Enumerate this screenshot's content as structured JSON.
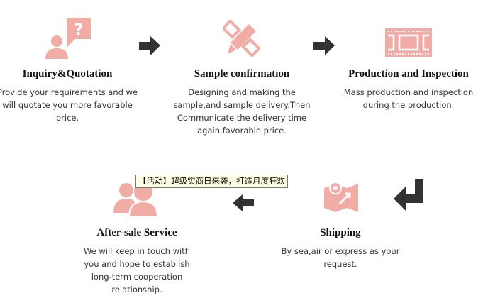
{
  "colors": {
    "icon": "#f2aca6",
    "arrow": "#333333"
  },
  "steps": [
    {
      "icon": "inquiry-icon",
      "title": "Inquiry&Quotation",
      "desc": "Provide your requirements and we will quotate you more favorable price."
    },
    {
      "icon": "pencil-ruler-icon",
      "title": "Sample confirmation",
      "desc": "Designing and making the sample,and sample delivery.Then Communicate the delivery time again.favorable price."
    },
    {
      "icon": "film-icon",
      "title": "Production and Inspection",
      "desc": "Mass production and inspection during the production."
    },
    {
      "icon": "map-icon",
      "title": "Shipping",
      "desc": "By sea,air or express as your request."
    },
    {
      "icon": "users-icon",
      "title": "After-sale Service",
      "desc": "We will keep in touch with you and hope to establish long-term cooperation relationship."
    }
  ],
  "tooltip": "【活动】超级实商日来袭，打造月度狂欢"
}
